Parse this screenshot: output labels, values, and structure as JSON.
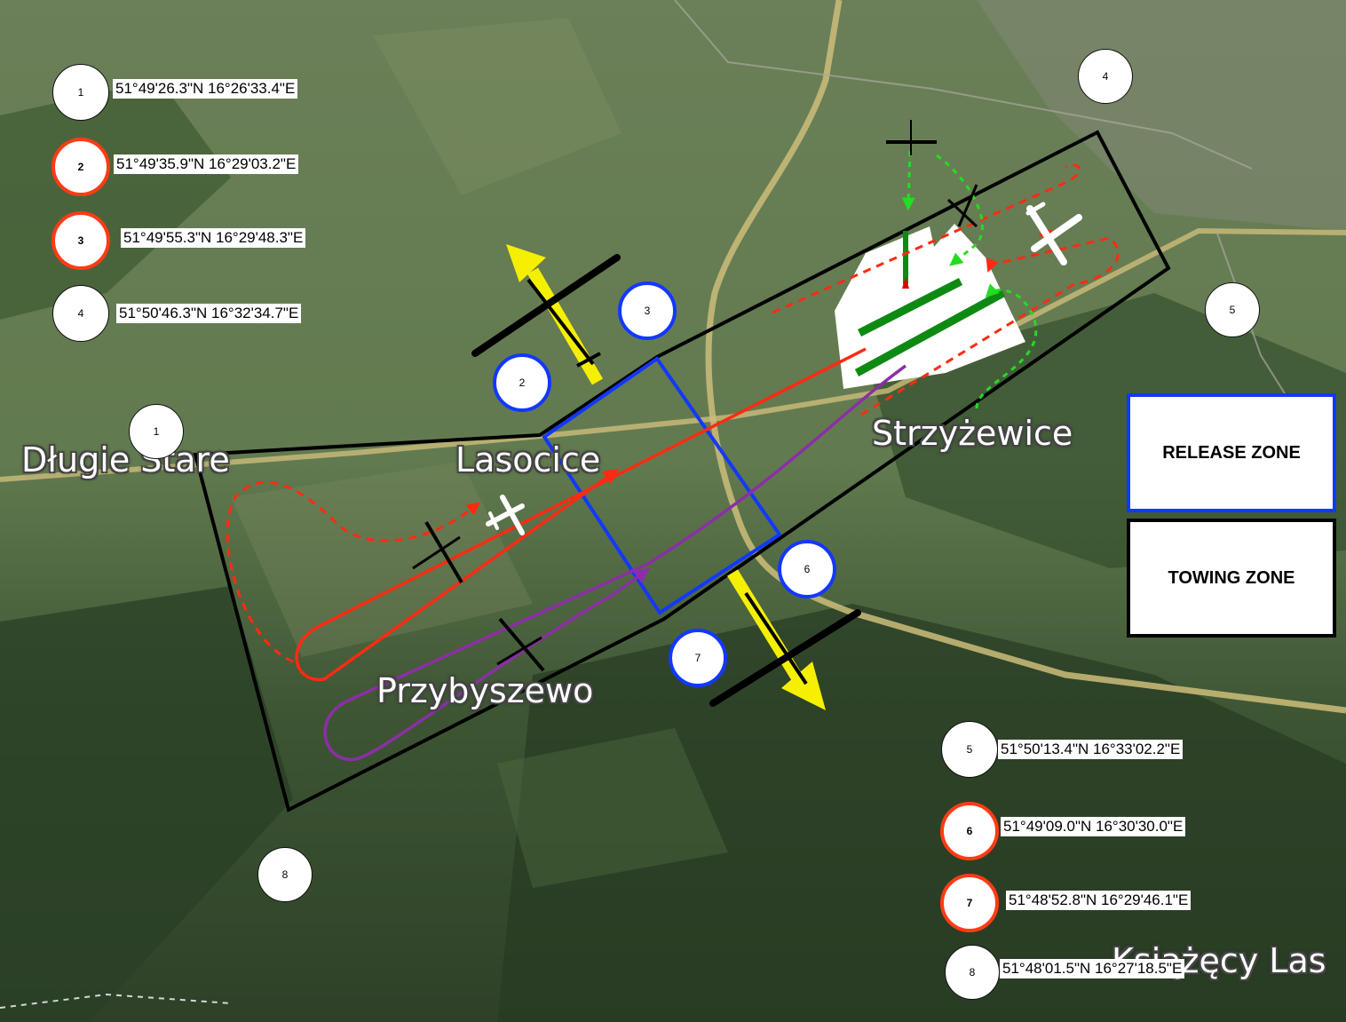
{
  "map": {
    "places": {
      "dlugie_stare": "Długie Stare",
      "lasocice": "Lasocice",
      "strzyzewice": "Strzyżewice",
      "przybyszewo": "Przybyszewo",
      "ksiazecy_las": "Książęcy Las"
    },
    "legend": {
      "release_zone": "RELEASE ZONE",
      "towing_zone": "TOWING ZONE"
    },
    "colors": {
      "towing_zone": "#000000",
      "release_zone": "#1238ff",
      "tow_path": "#ff2a12",
      "glider_path": "#8b2fa6",
      "landing_path": "#22dd22",
      "runway": "#0e8a12",
      "glider_arrow": "#f5f000"
    },
    "waypoint_list": [
      {
        "number": "1",
        "coordinate": "51°49'26.3\"N 16°26'33.4\"E"
      },
      {
        "number": "2",
        "coordinate": "51°49'35.9\"N 16°29'03.2\"E"
      },
      {
        "number": "3",
        "coordinate": "51°49'55.3\"N 16°29'48.3\"E"
      },
      {
        "number": "4",
        "coordinate": "51°50'46.3\"N 16°32'34.7\"E"
      },
      {
        "number": "5",
        "coordinate": "51°50'13.4\"N 16°33'02.2\"E"
      },
      {
        "number": "6",
        "coordinate": "51°49'09.0\"N 16°30'30.0\"E"
      },
      {
        "number": "7",
        "coordinate": "51°48'52.8\"N 16°29'46.1\"E"
      },
      {
        "number": "8",
        "coordinate": "51°48'01.5\"N 16°27'18.5\"E"
      }
    ],
    "map_markers": [
      "1",
      "2",
      "3",
      "4",
      "5",
      "6",
      "7",
      "8"
    ]
  }
}
